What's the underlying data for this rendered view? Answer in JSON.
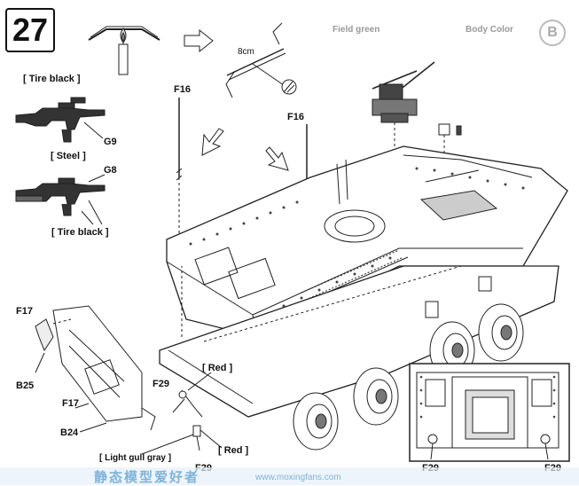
{
  "step": "27",
  "header": {
    "body_color": "Body Color",
    "field_green": "Field green",
    "circle_letter": "B"
  },
  "labels": {
    "tire_black_top": "[ Tire black ]",
    "g9": "G9",
    "steel": "[ Steel ]",
    "g8": "G8",
    "tire_black_bottom": "[ Tire black ]",
    "measure": "8cm",
    "f16_left": "F16",
    "f16_right": "F16",
    "f17_top": "F17",
    "b25": "B25",
    "f17_bottom": "F17",
    "b24": "B24",
    "red_top": "[ Red ]",
    "f29_left": "F29",
    "f29_center": "F29",
    "red_bottom": "[ Red ]",
    "light_gull_gray": "[ Light gull gray ]",
    "f29_inset_left": "F29",
    "f29_inset_right": "F29"
  },
  "watermark": {
    "cn": "静态模型爱好者",
    "url": "www.moxingfans.com"
  }
}
